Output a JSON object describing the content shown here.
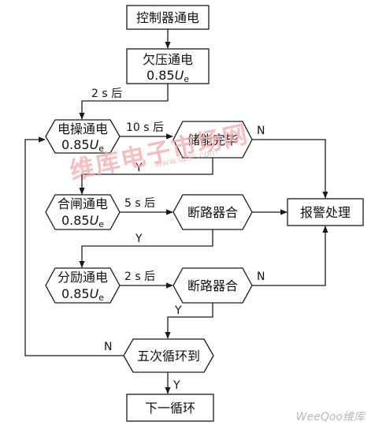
{
  "nodes": {
    "power_on": "控制器通电",
    "undervoltage": "欠压通电",
    "undervoltage_value": "0.85",
    "motor_op": "电操通电",
    "motor_op_value": "0.85",
    "storage_done": "储能完毕",
    "close_power": "合闸通电",
    "close_value": "0.85",
    "breaker_close_1": "断路器合",
    "alarm": "报警处理",
    "shunt_power": "分励通电",
    "shunt_value": "0.85",
    "breaker_close_2": "断路器合",
    "five_cycles": "五次循环到",
    "next_cycle": "下一循环"
  },
  "unit_symbol": "U",
  "unit_subscript": "e",
  "edge_labels": {
    "delay_2s_a": "2 s 后",
    "delay_10s": "10 s 后",
    "delay_5s": "5 s 后",
    "delay_2s_b": "2 s 后",
    "yes": "Y",
    "no": "N"
  },
  "watermarks": {
    "center": "维库电子市场网",
    "url": "www.dzsc.com",
    "corner": "WeeQoo维库"
  },
  "colors": {
    "line": "#1a1a1a",
    "watermark": "#f3a9a9"
  }
}
